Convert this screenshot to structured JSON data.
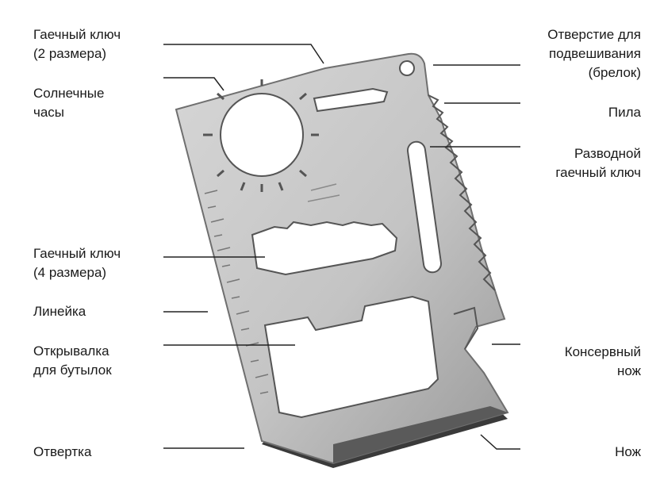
{
  "labels": {
    "wrench_2": [
      "Гаечный ключ",
      "(2 размера)"
    ],
    "sundial": [
      "Солнечные",
      "часы"
    ],
    "wrench_4": [
      "Гаечный ключ",
      "(4 размера)"
    ],
    "ruler": [
      "Линейка"
    ],
    "bottle_opener": [
      "Открывалка",
      "для бутылок"
    ],
    "screwdriver": [
      "Отвертка"
    ],
    "hanging_hole": [
      "Отверстие для",
      "подвешивания",
      "(брелок)"
    ],
    "saw": [
      "Пила"
    ],
    "adjustable_wrench": [
      "Разводной",
      "гаечный ключ"
    ],
    "can_opener": [
      "Консервный",
      "нож"
    ],
    "knife": [
      "Нож"
    ]
  },
  "colors": {
    "card_fill": "#c9c9c9",
    "card_edge": "#6f6f6f",
    "shadow_edge": "#3a3a3a",
    "leader": "#222222"
  }
}
